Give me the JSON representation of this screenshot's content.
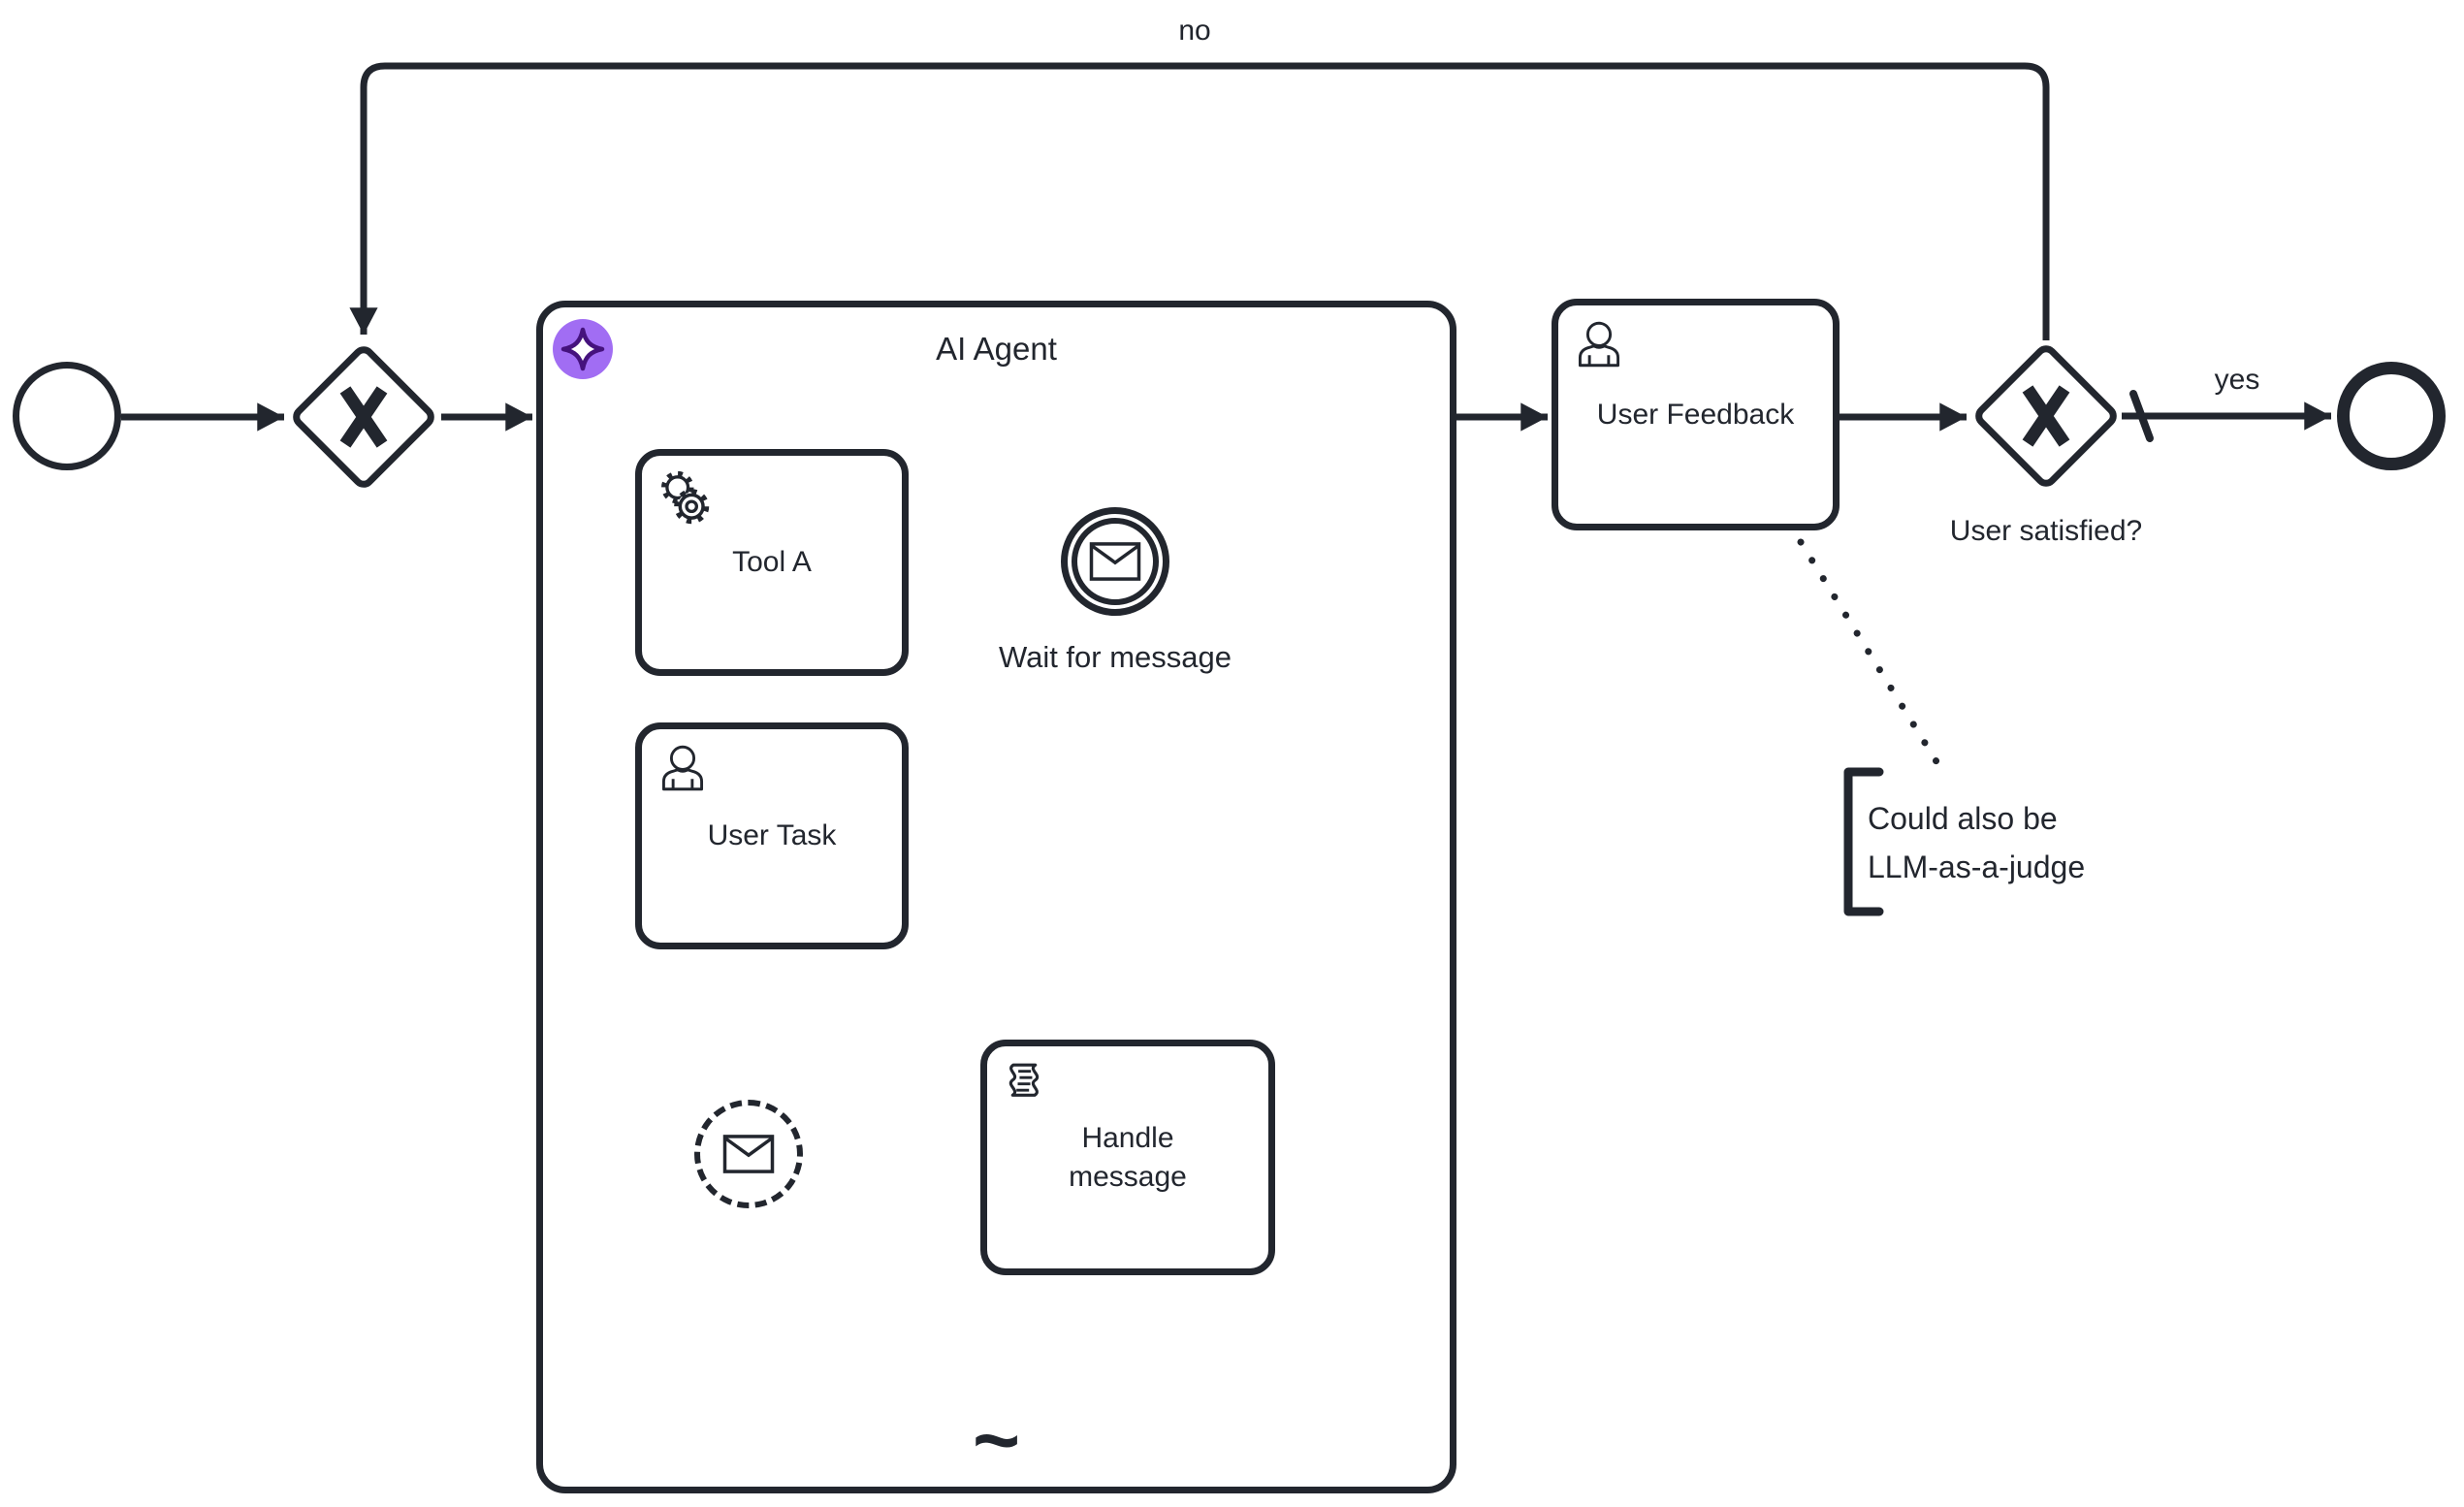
{
  "diagram": {
    "nodes": {
      "ai_agent": {
        "label": "AI Agent",
        "adhoc_marker": "~"
      },
      "tool_a": {
        "label": "Tool A"
      },
      "wait_for_message": {
        "label": "Wait for message"
      },
      "user_task": {
        "label": "User Task"
      },
      "handle_message": {
        "label": "Handle message"
      },
      "user_feedback": {
        "label": "User Feedback"
      }
    },
    "edges": {
      "no_label": "no",
      "yes_label": "yes",
      "gateway_question": "User satisfied?"
    },
    "annotation": {
      "line1": "Could also be",
      "line2": "LLM-as-a-judge"
    },
    "colors": {
      "stroke": "#22262e",
      "badge_background": "#a16df3",
      "badge_star_stroke": "#45127d",
      "badge_star_fill": "#ffffff",
      "canvas": "#ffffff"
    }
  }
}
